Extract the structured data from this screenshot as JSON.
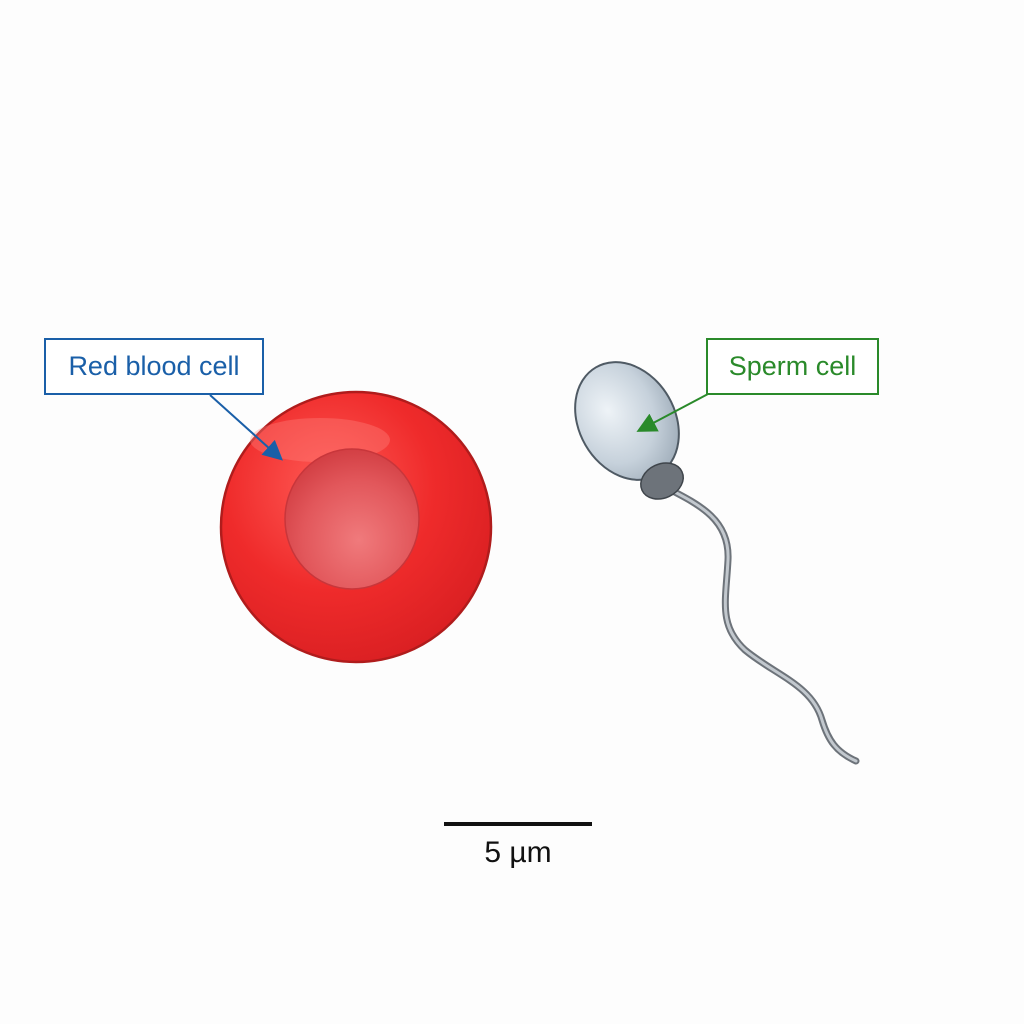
{
  "labels": {
    "red_blood_cell": "Red blood cell",
    "sperm_cell": "Sperm cell"
  },
  "scale_bar": {
    "text": "5 µm"
  },
  "colors": {
    "rbc_label": "#1a5fa8",
    "sperm_label": "#2a8a2a",
    "rbc_fill": "#ee2a2a",
    "rbc_center": "#e0585c",
    "rbc_outline": "#b01c1c",
    "sperm_head": "#c9d4de",
    "sperm_outline": "#4f5a64",
    "sperm_midpiece": "#6d737a",
    "scale_bar": "#111111"
  }
}
